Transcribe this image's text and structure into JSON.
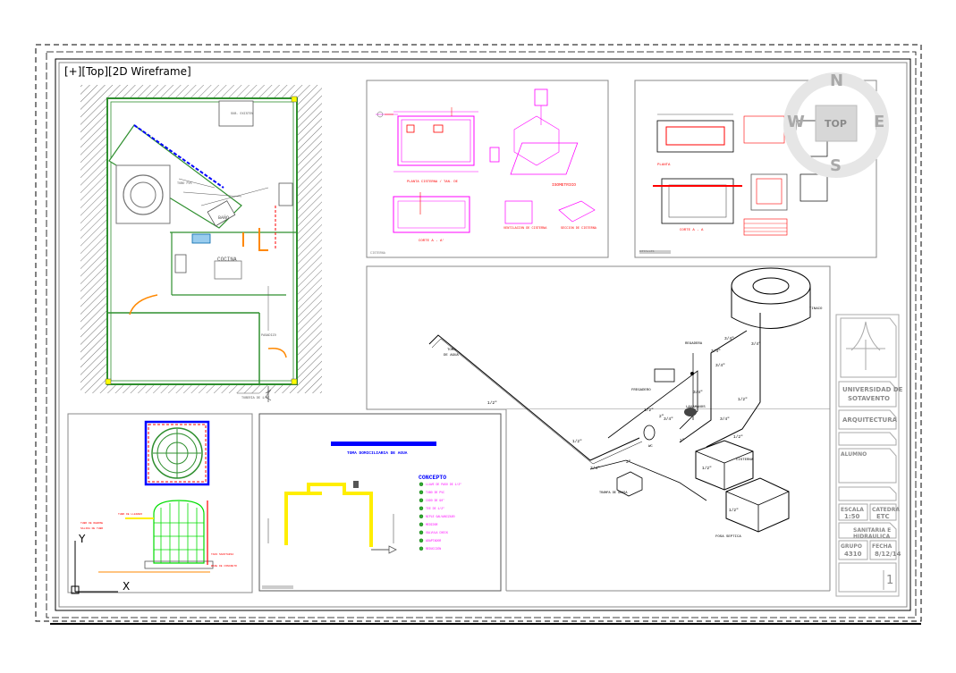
{
  "viewport": {
    "label": "[+][Top][2D Wireframe]"
  },
  "viewcube": {
    "north": "N",
    "east": "E",
    "south": "S",
    "west": "W",
    "face": "TOP"
  },
  "plan": {
    "room_label": "COCINA",
    "small_label": "BAÑO",
    "note1": "SUB. EXISTEN",
    "note2": "TUBO PVC",
    "note3": "PASADIZO",
    "note4": "TUBERÍA DE 1/2\""
  },
  "sheet1": {
    "corner_label": "CISTERNA",
    "title_plan": "PLANTA CISTERNA / TAN. DE",
    "title_iso": "ISOMETRICO",
    "title_cut": "CORTE A - A'",
    "title_ventilacion": "VENTILACION DE CISTERNA",
    "title_seccion": "SECCION DE CISTERNA"
  },
  "sheet2": {
    "corner_label": "DETALLES",
    "title_planta": "PLANTA",
    "title_corte": "CORTE A - A"
  },
  "tank_detail": {
    "label1": "TUBO DE LLENADO",
    "label2": "TUBO DE REBOSE",
    "label3": "SALIDA DE TUBO",
    "label4": "TAPA SANITARIA",
    "label5": "BASE DE CONCRETO"
  },
  "sheet4": {
    "title": "TOMA DOMICILIARIA DE AGUA",
    "legend_title": "CONCEPTO",
    "legend_items": [
      "LLAVE DE PASO DE 1/2\"",
      "TUBO DE PVC",
      "CODO DE 90°",
      "TEE DE 1/2\"",
      "NIPLE GALVANIZADO",
      "MEDIDOR",
      "VÁLVULA CHECK",
      "ADAPTADOR",
      "REDUCCIÓN"
    ]
  },
  "isometric": {
    "tinaco": "TINACO",
    "toma_de_agua_l1": "TOMA",
    "toma_de_agua_l2": "DE AGUA",
    "fregadero": "FREGADERO",
    "regadera": "REGADERA",
    "lavamanos": "LAVAMANOS",
    "wc": "WC",
    "cisterna": "CISTERNA",
    "fosa": "FOSA SEPTICA",
    "trampa": "TRAMPA DE GRASA",
    "pipe_labels": [
      "1/2\"",
      "3/4\"",
      "3/4\"",
      "1/2\"",
      "3/4\"",
      "1/2\"",
      "1/2\"",
      "3/4\"",
      "1/2\"",
      "1\"",
      "3/4\"",
      "2\"",
      "1/2\"",
      "1/2\"",
      "2\"",
      "3/4\"",
      "3/4\"",
      "3/4\""
    ]
  },
  "title_block": {
    "university_l1": "UNIVERSIDAD DE",
    "university_l2": "SOTAVENTO",
    "school": "ARQUITECTURA",
    "label_alumno": "ALUMNO",
    "label_escala": "ESCALA",
    "value_escala": "1:50",
    "label_catedra": "CATEDRA",
    "value_catedra": "ETC",
    "subject_l1": "SANITARIA E",
    "subject_l2": "HIDRAULICA",
    "label_grupo": "GRUPO",
    "value_grupo": "4310",
    "label_fecha": "FECHA",
    "value_fecha": "8/12/14",
    "sheet_number": "1"
  },
  "ucs": {
    "x": "X",
    "y": "Y"
  },
  "colors": {
    "cad_green": "#2f8f2f",
    "cad_red": "#ff0000",
    "cad_magenta": "#ff00ff",
    "cad_blue": "#0000ff",
    "cad_yellow": "#ffee00",
    "cad_orange": "#ff8800",
    "hatch_gray": "#777777"
  }
}
